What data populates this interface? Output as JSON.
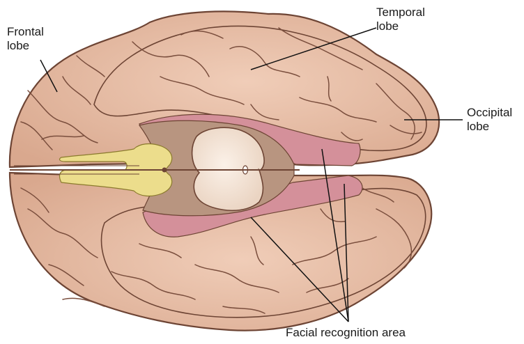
{
  "labels": {
    "frontal": {
      "line1": "Frontal",
      "line2": "lobe"
    },
    "temporal": {
      "line1": "Temporal",
      "line2": "lobe"
    },
    "occipital": {
      "line1": "Occipital",
      "line2": "lobe"
    },
    "facial": "Facial recognition area"
  },
  "colors": {
    "brain_fill": "#e6b9a2",
    "brain_outline": "#6d4434",
    "sulcus": "#7a4e3d",
    "facial_area": "#d4909a",
    "midbrain": "#b89580",
    "brainstem_section": "#f3e1d3",
    "optic_chiasm": "#ecdd8c",
    "leader_line": "#111111"
  }
}
